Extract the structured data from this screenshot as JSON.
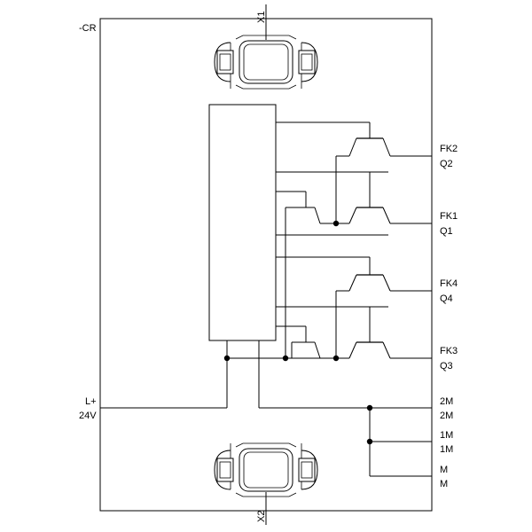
{
  "title": "-CR",
  "connectors": {
    "top": "X1",
    "bottom": "X2"
  },
  "supply": {
    "line1": "L+",
    "line2": "24V"
  },
  "outputs": [
    {
      "line1": "FK2",
      "line2": "Q2"
    },
    {
      "line1": "FK1",
      "line2": "Q1"
    },
    {
      "line1": "FK4",
      "line2": "Q4"
    },
    {
      "line1": "FK3",
      "line2": "Q3"
    }
  ],
  "grounds": [
    {
      "line1": "2M",
      "line2": "2M"
    },
    {
      "line1": "1M",
      "line2": "1M"
    },
    {
      "line1": "M",
      "line2": "M"
    }
  ],
  "colors": {
    "line": "#000000",
    "background": "#ffffff"
  }
}
